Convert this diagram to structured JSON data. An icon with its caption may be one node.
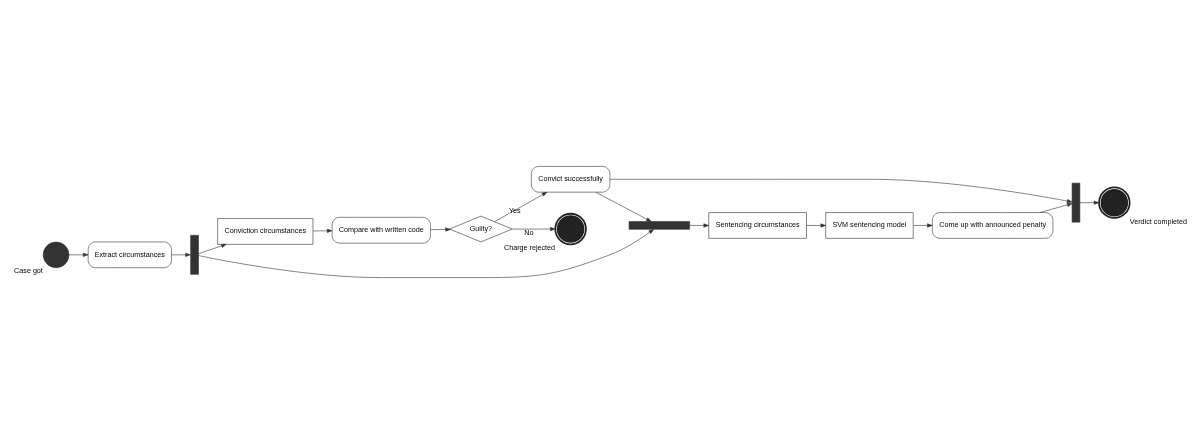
{
  "diagram": {
    "nodes": [
      {
        "text": [],
        "shape": "circle",
        "beside": [
          "Case got"
        ]
      },
      {
        "text": [
          "Extract circumstances"
        ]
      },
      {
        "text": [],
        "shape": "bar"
      },
      {
        "text": [
          "Conviction circumstances"
        ]
      },
      {
        "text": [
          "Compare with written code"
        ]
      },
      {
        "text": [
          "Guilty?"
        ]
      },
      {
        "text": [],
        "shape": "circle",
        "beside": [
          "Charge rejected"
        ]
      },
      {
        "text": [
          "Convict successfully"
        ]
      },
      {
        "text": [],
        "shape": "bar"
      },
      {
        "text": [
          "Sentencing circumstances"
        ]
      },
      {
        "text": [
          "SVM sentencing model"
        ]
      },
      {
        "text": [
          "Come up with announced penalty"
        ]
      },
      {
        "text": [],
        "shape": "bar"
      },
      {
        "text": [],
        "shape": "circle",
        "beside": [
          "Verdict completed"
        ]
      }
    ],
    "edges": [
      {
        "from": 0,
        "to": 1,
        "arrow": "to"
      },
      {
        "from": 1,
        "to": 2,
        "arrow": "to"
      },
      {
        "from": 2,
        "to": 3,
        "arrow": "to"
      },
      {
        "from": 3,
        "to": 4,
        "arrow": "to"
      },
      {
        "from": 4,
        "to": 5,
        "arrow": "to"
      },
      {
        "from": 5,
        "to": 6,
        "arrow": "to",
        "label": "No"
      },
      {
        "from": 5,
        "to": 7,
        "arrow": "to",
        "label": "Yes"
      },
      {
        "from": 2,
        "to": 8,
        "arrow": "to"
      },
      {
        "from": 7,
        "to": 8,
        "arrow": "to"
      },
      {
        "from": 8,
        "to": 9,
        "arrow": "to"
      },
      {
        "from": 9,
        "to": 10,
        "arrow": "to"
      },
      {
        "from": 10,
        "to": 11,
        "arrow": "to"
      },
      {
        "from": 7,
        "to": 12,
        "arrow": "to"
      },
      {
        "from": 11,
        "to": 12,
        "arrow": "to"
      },
      {
        "from": 12,
        "to": 13,
        "arrow": "to"
      }
    ]
  }
}
